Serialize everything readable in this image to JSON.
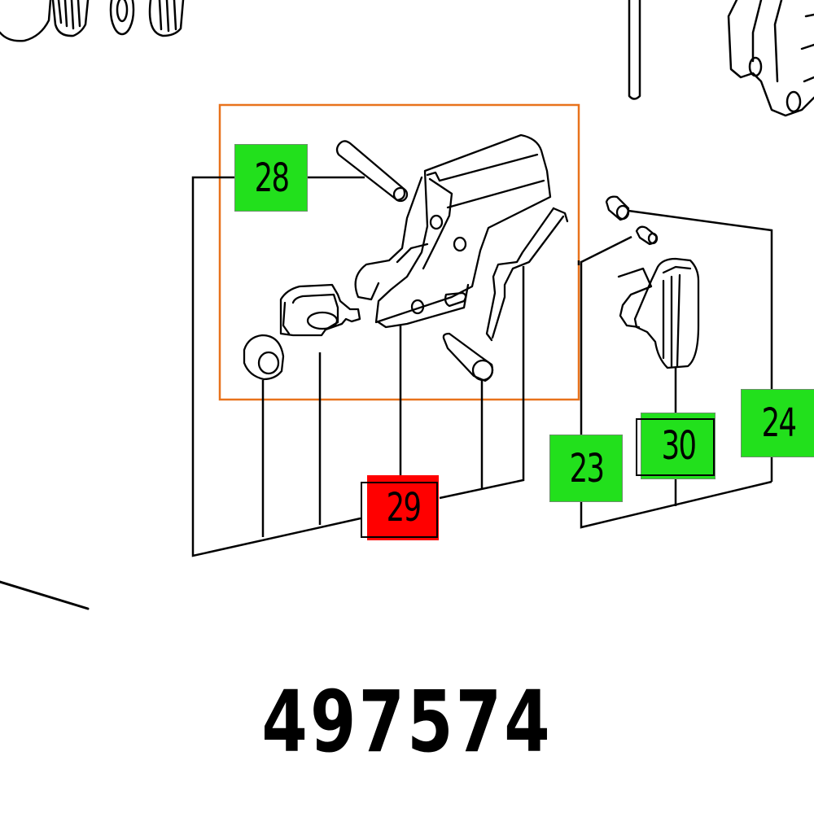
{
  "diagram": {
    "part_number": "497574",
    "highlight_box_color": "#e8721c",
    "callouts": [
      {
        "id": "28",
        "color": "#22e01c",
        "role": "pin / assembly item"
      },
      {
        "id": "29",
        "color": "#ff0000",
        "role": "selected assembly (highlighted)"
      },
      {
        "id": "23",
        "color": "#22e01c",
        "role": "small pin"
      },
      {
        "id": "30",
        "color": "#22e01c",
        "role": "lever / switch"
      },
      {
        "id": "24",
        "color": "#22e01c",
        "role": "sleeve"
      }
    ],
    "labels": {
      "c28": "28",
      "c29": "29",
      "c23": "23",
      "c30": "30",
      "c24": "24"
    }
  }
}
